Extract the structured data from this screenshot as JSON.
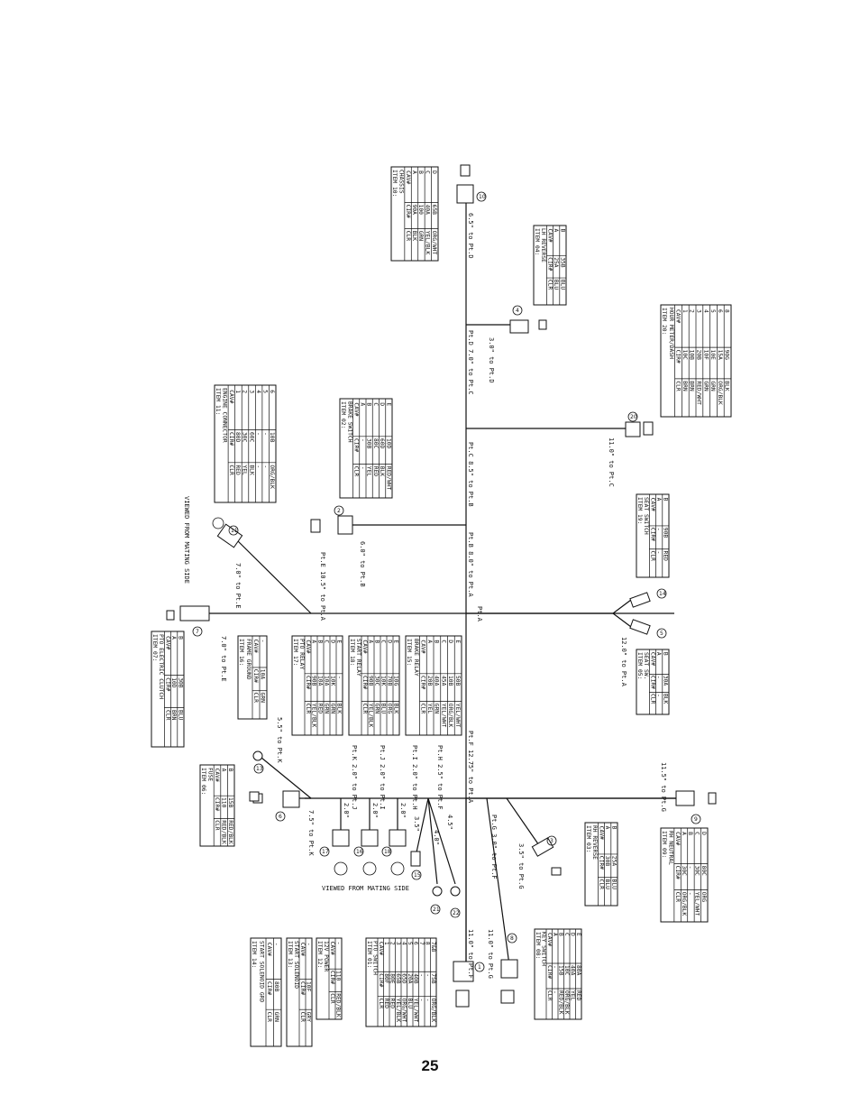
{
  "page_number": "25",
  "viewed_from_mating_side": "VIEWED FROM MATING SIDE",
  "branch_labels": {
    "A": "Pt.A",
    "B": "Pt.B 8.0\" to Pt.A",
    "C": "Pt.C 8.5\" to Pt.B",
    "D": "Pt.D 7.0\" to Pt.C",
    "E": "Pt.E 10.5\" to Pt.A",
    "F": "Pt.F 12.75\" to Pt.A",
    "G": "Pt.G 3.0\" to Pt.F",
    "H": "Pt.H 2.5\" to Pt.F",
    "I": "Pt.I 2.0\" to Pt.H",
    "J": "Pt.J 2.0\" to Pt.I",
    "K": "Pt.K 2.0\" to Pt.J"
  },
  "lengths": [
    {
      "id": "to-10",
      "text": "6.5\" to Pt.D"
    },
    {
      "id": "to-4",
      "text": "3.0\" to Pt.D"
    },
    {
      "id": "to-20",
      "text": "11.0\" to Pt.C"
    },
    {
      "id": "to-2",
      "text": "6.0\" to Pt.B"
    },
    {
      "id": "to-11",
      "text": "7.0\" to Pt.E"
    },
    {
      "id": "to-7",
      "text": "7.0\" to Pt.E"
    },
    {
      "id": "to-5",
      "text": "12.0\" to Pt.A"
    },
    {
      "id": "to-13",
      "text": "5.5\" to Pt.K"
    },
    {
      "id": "to-6",
      "text": "7.5\" to Pt.K"
    },
    {
      "id": "to-9",
      "text": "11.5\" to Pt.G"
    },
    {
      "id": "to-3",
      "text": "3.5\" to Pt.G"
    },
    {
      "id": "to-1",
      "text": "11.0\" to Pt.F"
    },
    {
      "id": "to-8",
      "text": "11.0\" to Pt.G"
    },
    {
      "id": "seg-k",
      "text": "2.0\""
    },
    {
      "id": "seg-j",
      "text": "2.0\""
    },
    {
      "id": "seg-i",
      "text": "2.0\""
    },
    {
      "id": "seg-h1",
      "text": "3.5\""
    },
    {
      "id": "seg-h2",
      "text": "4.0\""
    },
    {
      "id": "seg-h3",
      "text": "4.5\""
    }
  ],
  "connectors": [
    "1",
    "2",
    "3",
    "4",
    "5",
    "6",
    "7",
    "8",
    "9",
    "10",
    "11",
    "12",
    "13",
    "14",
    "15",
    "16",
    "17",
    "18",
    "20",
    "21",
    "22"
  ],
  "tables": [
    {
      "id": "item10",
      "title": "ITEM 10:",
      "name": "CHASSIS",
      "header": [
        "CAV#",
        "CIR#",
        "CLR"
      ],
      "rows": [
        [
          "A",
          "90A",
          "BLK"
        ],
        [
          "B",
          "100",
          "GRN"
        ],
        [
          "C",
          "40A",
          "YEL/BLK"
        ],
        [
          "D",
          "65B",
          "ORG/WHT"
        ]
      ]
    },
    {
      "id": "item04",
      "title": "ITEM 04:",
      "name": "LH REVERSE",
      "header": [
        "CAV#",
        "CIR#",
        "CLR"
      ],
      "rows": [
        [
          "A",
          "25A",
          "BLU"
        ],
        [
          "B",
          "35B",
          "BLU"
        ]
      ]
    },
    {
      "id": "item20",
      "title": "ITEM 20:",
      "name": "HOUR METER/DASH",
      "header": [
        "CAV#",
        "CIR#",
        "CLR"
      ],
      "rows": [
        [
          "1",
          "10C",
          "BRN"
        ],
        [
          "2",
          "10B",
          "BRN"
        ],
        [
          "3",
          "20B",
          "RED/WHT"
        ],
        [
          "4",
          "10F",
          "GRN"
        ],
        [
          "5",
          "10E",
          "GRN"
        ],
        [
          "6",
          "15A",
          "ORG/BLK"
        ],
        [
          "8",
          "90G",
          "BLK"
        ]
      ]
    },
    {
      "id": "item11",
      "title": "ITEM 11:",
      "name": "ENGINE CONNECTOR",
      "header": [
        "CAV#",
        "CIR#",
        "CLR"
      ],
      "rows": [
        [
          "1",
          "80D",
          "RED"
        ],
        [
          "2",
          "30C",
          "YEL"
        ],
        [
          "3",
          "60C",
          "BLK"
        ],
        [
          "4",
          "-",
          "-"
        ],
        [
          "5",
          "-",
          "-"
        ],
        [
          "6",
          "10B",
          "ORG/BLK"
        ]
      ]
    },
    {
      "id": "item02",
      "title": "ITEM 02:",
      "name": "BRAKE SWITCH",
      "header": [
        "CAV#",
        "CIR#",
        "CLR"
      ],
      "rows": [
        [
          "A",
          "-",
          "-"
        ],
        [
          "B",
          "30B",
          "YEL"
        ],
        [
          "C",
          "80C",
          "RED"
        ],
        [
          "D",
          "60D",
          "BLK"
        ],
        [
          "E",
          "10D",
          "RED/WHT"
        ]
      ]
    },
    {
      "id": "item19",
      "title": "ITEM 19:",
      "name": "SEAT SWITCH",
      "header": [
        "CAV#",
        "CIR#",
        "CLR"
      ],
      "rows": [
        [
          "A",
          "-",
          "-"
        ],
        [
          "B",
          "90B",
          "RED"
        ]
      ]
    },
    {
      "id": "item05",
      "title": "ITEM 05:",
      "name": "SEAT SW.",
      "header": [
        "CAV#",
        "CIR#",
        "CLR"
      ],
      "rows": [
        [
          "A",
          "-",
          "-"
        ],
        [
          "B",
          "30A",
          "BLK"
        ]
      ]
    },
    {
      "id": "item07",
      "title": "ITEM 07:",
      "name": "PTO ELECTRIC CLUTCH",
      "header": [
        "CAV#",
        "CIR#",
        "CLR"
      ],
      "rows": [
        [
          "A",
          "10D",
          "BRN"
        ],
        [
          "B",
          "30B",
          "BLU"
        ]
      ]
    },
    {
      "id": "item16",
      "title": "ITEM 16:",
      "name": "FRAME GROUND",
      "header": [
        "CAV#",
        "CIR#",
        "CLR"
      ],
      "rows": [
        [
          "-",
          "10A",
          "GRN"
        ]
      ]
    },
    {
      "id": "item17",
      "title": "ITEM 17:",
      "name": "PTO RELAY",
      "header": [
        "CAV#",
        "CIR#",
        "CLR"
      ],
      "rows": [
        [
          "A",
          "90B",
          "YEL/BLK"
        ],
        [
          "B",
          "10A",
          "RED"
        ],
        [
          "C",
          "10A",
          "GRN"
        ],
        [
          "D",
          "10K",
          "GRN"
        ],
        [
          "E",
          "-",
          "BLK"
        ]
      ]
    },
    {
      "id": "item18",
      "title": "ITEM 18:",
      "name": "START RELAY",
      "header": [
        "CAV#",
        "CIR#",
        "CLR"
      ],
      "rows": [
        [
          "A",
          "90B",
          "YEL/BLK"
        ],
        [
          "B",
          "30C",
          "GRN"
        ],
        [
          "C",
          "10K",
          "BLU"
        ],
        [
          "D",
          "70B",
          "ORG"
        ],
        [
          "E",
          "10G",
          "BLK"
        ]
      ]
    },
    {
      "id": "item15",
      "title": "ITEM 15:",
      "name": "BRAKE RELAY",
      "header": [
        "CAV#",
        "CIR#",
        "CLR"
      ],
      "rows": [
        [
          "A",
          "20B",
          "YEL"
        ],
        [
          "B",
          "40A",
          "GRN"
        ],
        [
          "C",
          "45A",
          "YEL/WHT"
        ],
        [
          "D",
          "10B",
          "ORG/BLK"
        ],
        [
          "E",
          "50B",
          "YEL/WHT"
        ]
      ]
    },
    {
      "id": "item06",
      "title": "ITEM 06:",
      "name": "FUSE",
      "header": [
        "CAV#",
        "CIR#",
        "CLR"
      ],
      "rows": [
        [
          "A",
          "110",
          "RED/BLK"
        ],
        [
          "B",
          "15B",
          "RED/BLK"
        ]
      ]
    },
    {
      "id": "item03",
      "title": "ITEM 03:",
      "name": "RH REVERSE",
      "header": [
        "CAV#",
        "CIR#",
        "CLR"
      ],
      "rows": [
        [
          "A",
          "30B",
          "BLU"
        ],
        [
          "B",
          "25A",
          "BLU"
        ]
      ]
    },
    {
      "id": "item09",
      "title": "ITEM 09:",
      "name": "RH NEUTRAL",
      "header": [
        "CAV#",
        "CIR#",
        "CLR"
      ],
      "rows": [
        [
          "A",
          "30C",
          "ORG/BLK"
        ],
        [
          "B",
          "-",
          "-"
        ],
        [
          "C",
          "30C",
          "YEL/WHT"
        ],
        [
          "D",
          "80C",
          "ORG"
        ]
      ]
    },
    {
      "id": "item14",
      "title": "ITEM 14:",
      "name": "START SOLENOID GRD",
      "header": [
        "CAV#",
        "CIR#",
        "CLR"
      ],
      "rows": [
        [
          "-",
          "80B",
          "GRN"
        ]
      ]
    },
    {
      "id": "item13",
      "title": "ITEM 13:",
      "name": "START SOLENOID",
      "header": [
        "CAV#",
        "CIR#",
        "CLR"
      ],
      "rows": [
        [
          "-",
          "10F",
          "GRY"
        ]
      ]
    },
    {
      "id": "item12",
      "title": "ITEM 12:",
      "name": "12V POWER",
      "header": [
        "CAV#",
        "CIR#",
        "CLR"
      ],
      "rows": [
        [
          "-",
          "110",
          "RED/BLK"
        ]
      ]
    },
    {
      "id": "item01",
      "title": "ITEM 01:",
      "name": "PTO SWITCH",
      "header": [
        "CAV#",
        "CIR#",
        "CLR"
      ],
      "rows": [
        [
          "1",
          "80F",
          "RED"
        ],
        [
          "2",
          "80E",
          "RED"
        ],
        [
          "3",
          "65B",
          "YEL/BLK"
        ],
        [
          "4",
          "65D",
          "ORG/WHT"
        ],
        [
          "5",
          "20A",
          "BLU"
        ],
        [
          "6",
          "40B",
          "YEL/WHT"
        ],
        [
          "7",
          "-",
          "-"
        ],
        [
          "8",
          "-",
          "-"
        ],
        [
          "7&8",
          "75B",
          "ORG/BLK"
        ]
      ]
    },
    {
      "id": "item08",
      "title": "ITEM 08:",
      "name": "KEY SWITCH",
      "header": [
        "CAV#",
        "CIR#",
        "CLR"
      ],
      "rows": [
        [
          "A",
          "-",
          "-"
        ],
        [
          "B",
          "15B",
          "RED/BLK"
        ],
        [
          "C",
          "10C",
          "ORG/BLK"
        ],
        [
          "D",
          "40A",
          "YEL"
        ],
        [
          "E",
          "80A",
          "RED"
        ]
      ]
    }
  ]
}
